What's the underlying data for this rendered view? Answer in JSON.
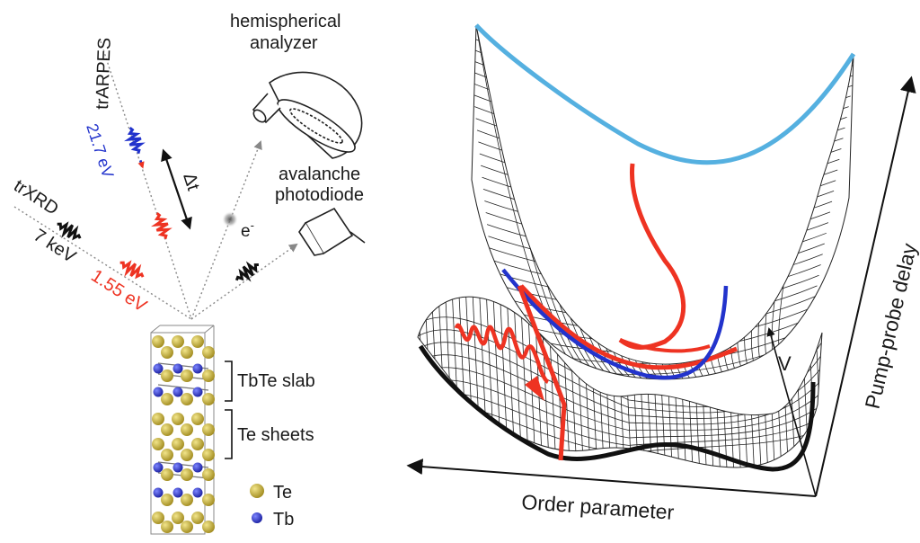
{
  "colors": {
    "pump_red": "#ee3322",
    "probe_blue": "#2233cc",
    "xray_black": "#111111",
    "top_edge_cyan": "#55b0e0",
    "te_atom": "#c8b23a",
    "tb_atom": "#2a2fd0",
    "mesh": "#222222"
  },
  "beams": {
    "trARPES": "trARPES",
    "arpes_energy": "21.7 eV",
    "delay": "Δt",
    "trXRD": "trXRD",
    "xrd_energy": "7 keV",
    "pump_energy": "1.55 eV",
    "electron": "e",
    "electron_sup": "-"
  },
  "detectors": {
    "analyzer_line1": "hemispherical",
    "analyzer_line2": "analyzer",
    "apd_line1": "avalanche",
    "apd_line2": "photodiode"
  },
  "crystal": {
    "slab_label": "TbTe slab",
    "sheets_label": "Te sheets",
    "legend_te": "Te",
    "legend_tb": "Tb"
  },
  "axes": {
    "order_parameter": "Order parameter",
    "pump_probe_delay": "Pump-probe delay",
    "potential": "V"
  }
}
